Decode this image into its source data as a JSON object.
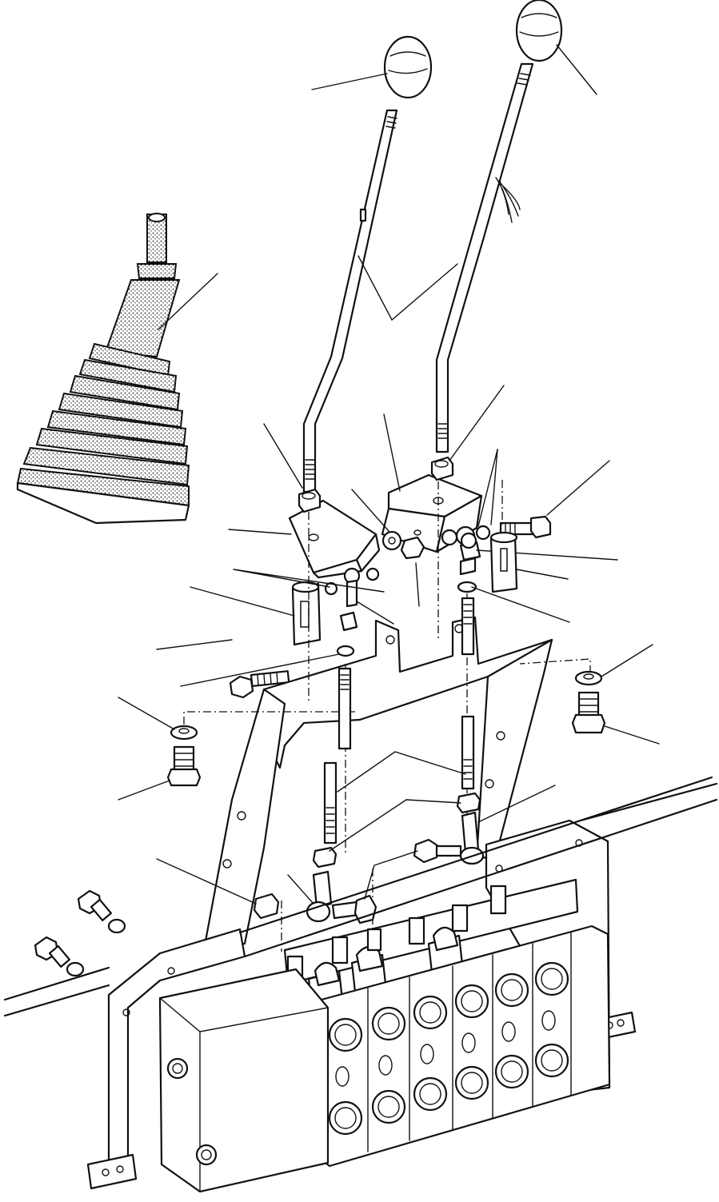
{
  "figure": {
    "background": "#ffffff",
    "ink": "#111111",
    "parts": [
      {
        "id": "knob-left",
        "icon": "lever-knob"
      },
      {
        "id": "knob-right",
        "icon": "lever-knob"
      },
      {
        "id": "lever-left",
        "icon": "control-lever"
      },
      {
        "id": "lever-right",
        "icon": "control-lever"
      },
      {
        "id": "rubber-boot",
        "icon": "bellows-boot"
      },
      {
        "id": "lever-bracket",
        "icon": "support-bracket"
      },
      {
        "id": "ball-joints",
        "icon": "ball-joint"
      },
      {
        "id": "linkage-rods",
        "icon": "threaded-rod"
      },
      {
        "id": "mounting-bolts",
        "icon": "hex-bolt"
      },
      {
        "id": "nuts-washers",
        "icon": "hex-nut"
      },
      {
        "id": "control-valve",
        "icon": "hydraulic-valve-block"
      },
      {
        "id": "mounting-plate",
        "icon": "base-plate"
      }
    ]
  }
}
